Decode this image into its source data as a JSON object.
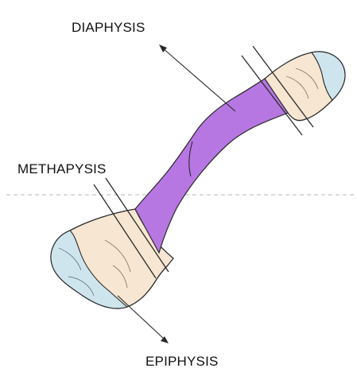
{
  "labels": {
    "diaphysis": "DIAPHYSIS",
    "methaphysis": "METHAPYSIS",
    "epiphysis": "EPIPHYSIS"
  },
  "colors": {
    "diaphysis_fill": "#b777e3",
    "bone_end_fill": "#f6e6d2",
    "cartilage_fill": "#cfe5ee",
    "dashed_line": "#b9b9b9",
    "ink": "#2a2a2a"
  }
}
